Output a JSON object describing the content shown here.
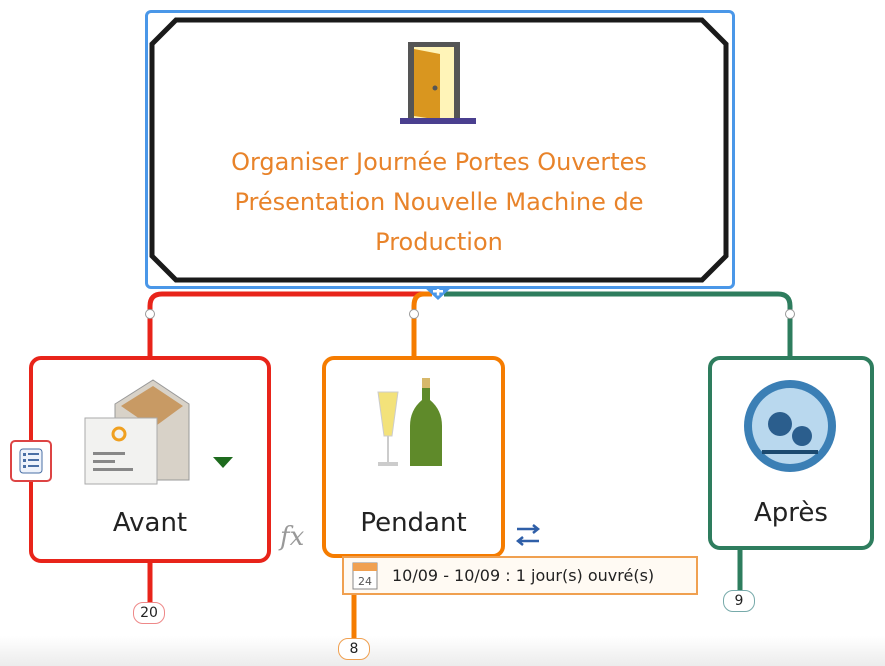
{
  "root": {
    "lines": [
      "Organiser Journée Portes Ouvertes",
      "Présentation Nouvelle Machine de",
      "Production"
    ],
    "icon": "open-door-icon"
  },
  "nodes": [
    {
      "label": "Avant",
      "icon": "envelope-letter-icon",
      "color": "#e8241a",
      "badge": "20"
    },
    {
      "label": "Pendant",
      "icon": "champagne-icon",
      "color": "#f57c00",
      "badge": "8"
    },
    {
      "label": "Après",
      "icon": "people-circle-icon",
      "color": "#2e7d5e",
      "badge": "9"
    }
  ],
  "date_note": {
    "text": "10/09 - 10/09 : 1 jour(s) ouvré(s)",
    "calendar_day": "24"
  },
  "fx_label": "fx",
  "colors": {
    "selection": "#4a97e8",
    "root_text": "#e8832a"
  }
}
